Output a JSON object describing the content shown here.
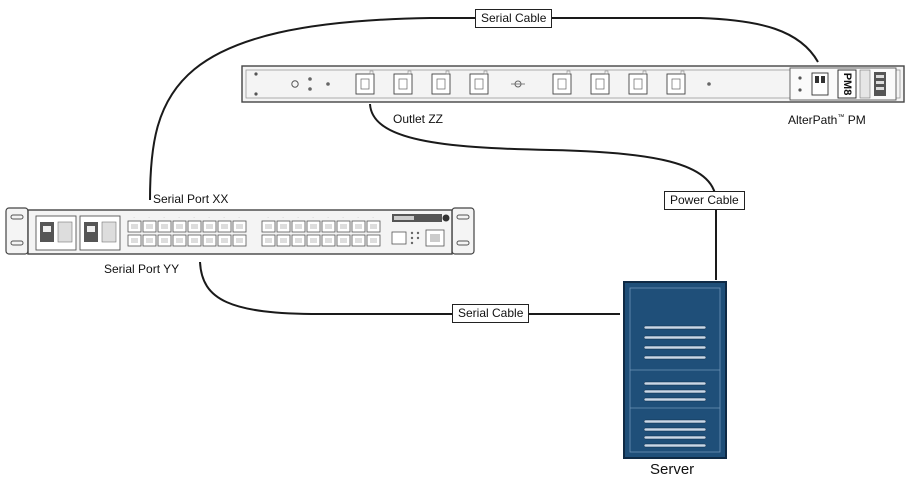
{
  "labels": {
    "serial_cable_top": "Serial Cable",
    "serial_cable_bottom": "Serial Cable",
    "power_cable": "Power Cable",
    "outlet": "Outlet ZZ",
    "pm_name": "AlterPath",
    "pm_mark": "™",
    "pm_suffix": "PM",
    "serial_port_xx": "Serial Port  XX",
    "serial_port_yy": "Serial Port  YY",
    "server": "Server"
  },
  "pdu_badge": "PM8",
  "colors": {
    "line": "#1a1a1a",
    "server_fill": "#1f4f79",
    "server_edge": "#0f2a45",
    "device_fill": "#f4f4f4",
    "device_edge": "#444444"
  }
}
